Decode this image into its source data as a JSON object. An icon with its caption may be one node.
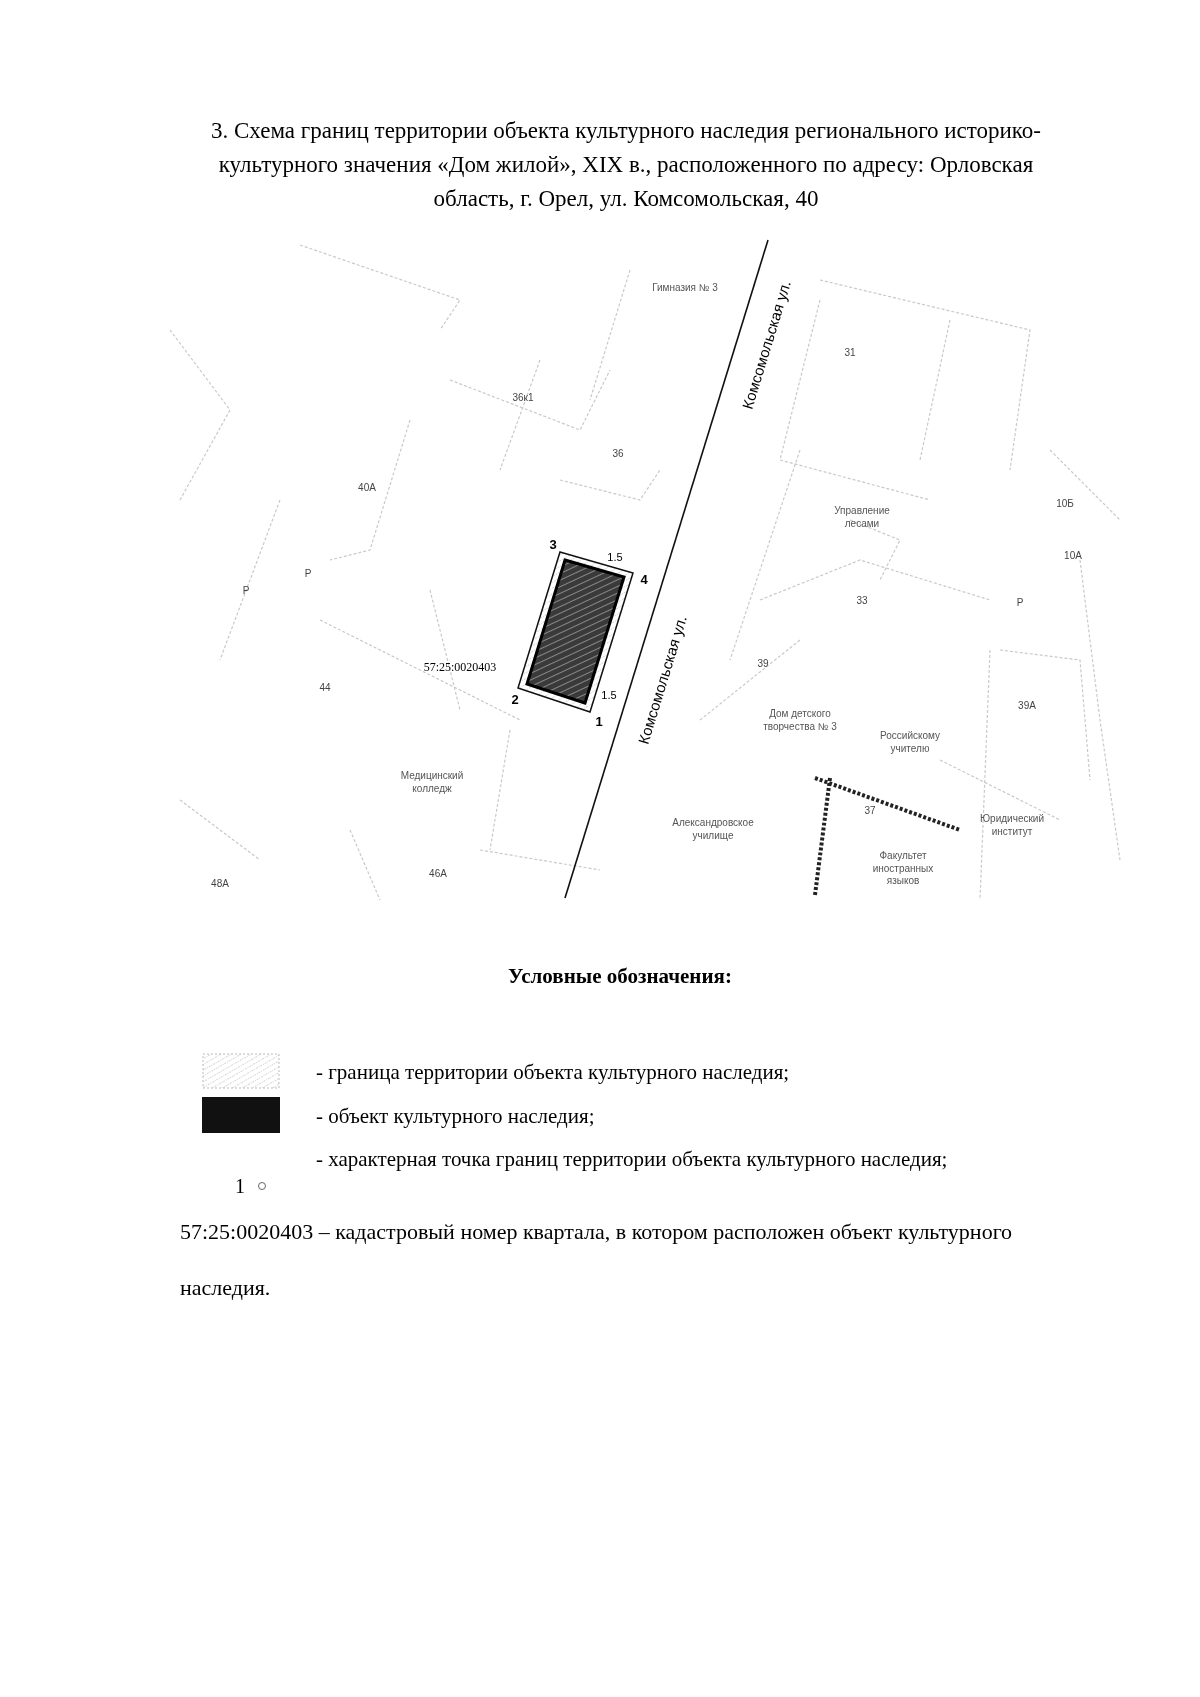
{
  "diagram": {
    "title": "3. Схема границ территории объекта культурного наследия регионального историко-культурного значения «Дом жилой», XIX в., расположенного по адресу: Орловская область, г. Орел, ул. Комсомольская, 40",
    "labels": [
      "Гимназия № 3",
      "Комсомольская ул.",
      "31",
      "36к1",
      "36",
      "40А",
      "10Б",
      "Управление лесами",
      "3",
      "1.5",
      "10А",
      "Р",
      "4",
      "Р",
      "33",
      "Р",
      "39",
      "57:25:0020403",
      "Комсомольская ул.",
      "44",
      "1.5",
      "2",
      "39А",
      "1",
      "Дом детского творчества № 3",
      "Российскому учителю",
      "Медицинский колледж",
      "37",
      "Юридический институт",
      "Александровское училище",
      "Факультет иностранных языков",
      "46А",
      "48А",
      "Условные обозначения:",
      "1",
      "57:25:0020403 – кадастровый номер квартала, в котором расположен объект культурного наследия."
    ],
    "legend": [
      {
        "text": "- граница территории объекта культурного наследия;"
      },
      {
        "text": "- объект культурного наследия;"
      },
      {
        "text": "- характерная точка границ территории объекта культурного наследия;"
      }
    ]
  }
}
